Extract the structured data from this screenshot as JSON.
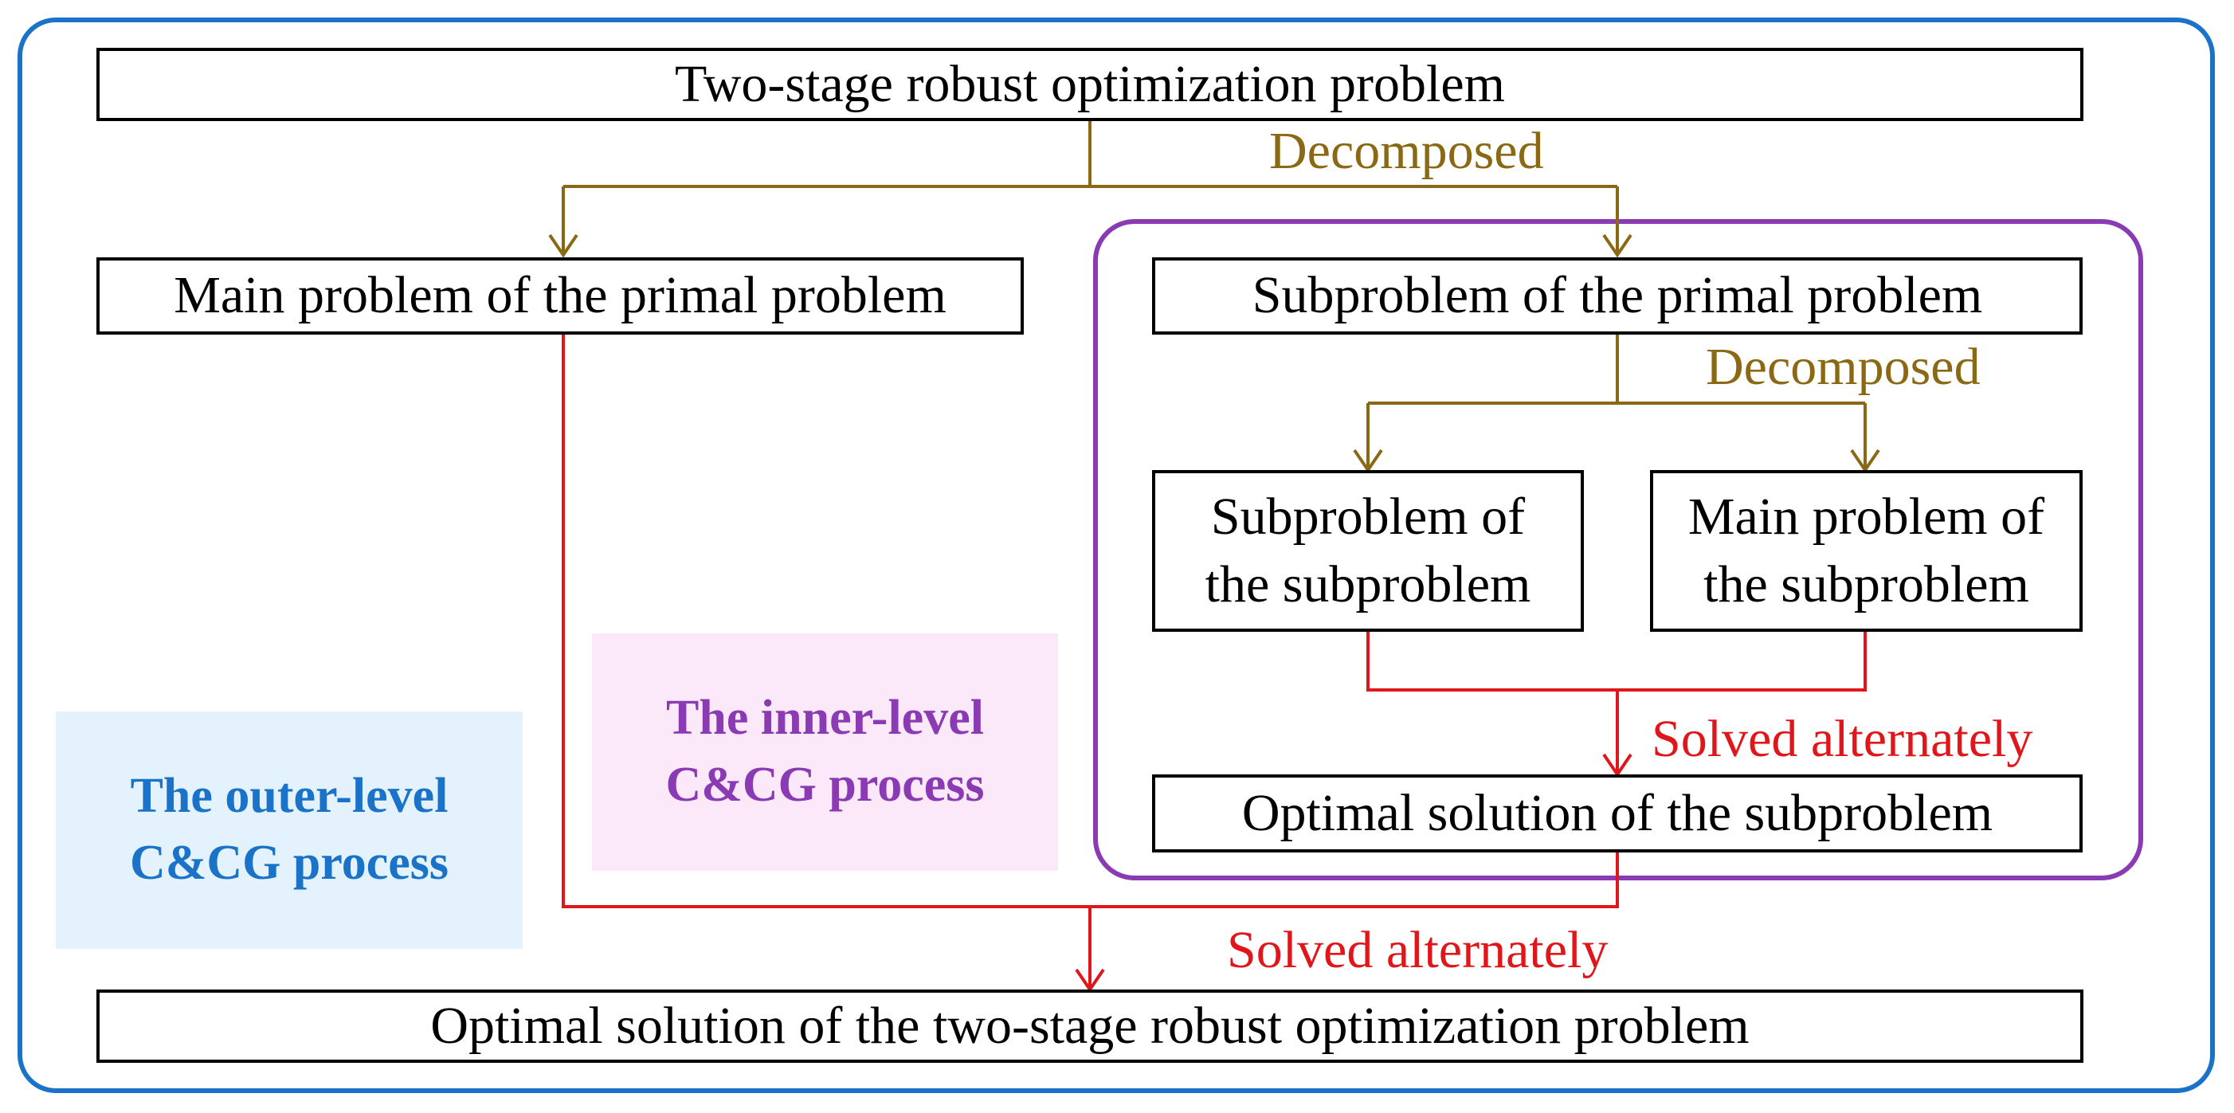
{
  "boxes": {
    "top": "Two-stage robust optimization problem",
    "main_primal": "Main problem of the primal problem",
    "sub_primal": "Subproblem of the primal problem",
    "sub_sub": "Subproblem of the subproblem",
    "main_sub": "Main problem of the subproblem",
    "opt_sub": "Optimal solution of the subproblem",
    "opt_final": "Optimal solution of the two-stage robust optimization problem"
  },
  "labels": {
    "decomposed_1": "Decomposed",
    "decomposed_2": "Decomposed",
    "solved_1": "Solved alternately",
    "solved_2": "Solved alternately"
  },
  "areas": {
    "outer": "The outer-level C&CG process",
    "inner": "The inner-level C&CG process"
  },
  "colors": {
    "outer_frame": "#1a73c8",
    "inner_frame": "#8a3ab2",
    "decompose_line": "#8b6914",
    "solve_line": "#e0161a"
  }
}
